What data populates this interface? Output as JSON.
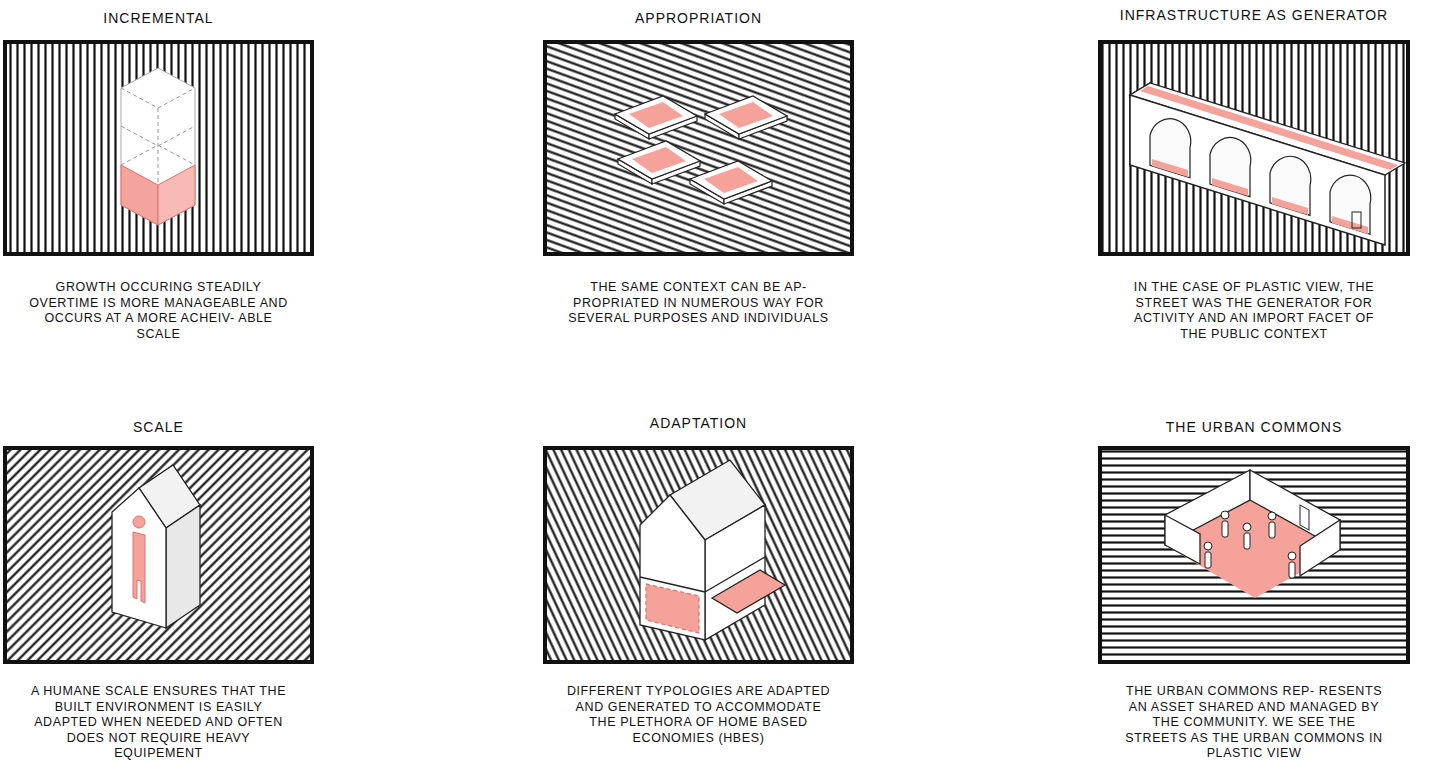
{
  "diagram": {
    "nodes": [
      {
        "text": [
          "INCREMENTAL",
          "GROWTH OCCURING STEADILY OVERTIME IS MORE MANAGEABLE AND OCCURS AT A MORE ACHEIV- ABLE SCALE"
        ]
      },
      {
        "text": [
          "APPROPRIATION",
          "THE SAME CONTEXT CAN BE AP- PROPRIATED IN NUMEROUS WAY FOR SEVERAL PURPOSES AND INDIVIDUALS"
        ]
      },
      {
        "text": [
          "INFRASTRUCTURE AS GENERATOR",
          "IN THE CASE OF PLASTIC VIEW, THE STREET WAS THE GENERATOR FOR ACTIVITY AND AN IMPORT FACET OF THE PUBLIC CONTEXT"
        ]
      },
      {
        "text": [
          "SCALE",
          "A HUMANE SCALE ENSURES THAT THE BUILT ENVIRONMENT IS EASILY ADAPTED WHEN NEEDED AND OFTEN DOES NOT REQUIRE HEAVY EQUIPEMENT"
        ]
      },
      {
        "text": [
          "ADAPTATION",
          "DIFFERENT TYPOLOGIES ARE ADAPTED AND GENERATED TO ACCOMMODATE THE PLETHORA OF HOME BASED ECONOMIES (HBES)"
        ]
      },
      {
        "text": [
          "THE URBAN COMMONS",
          "THE URBAN COMMONS REP- RESENTS AN ASSET SHARED AND MANAGED BY THE COMMUNITY. WE SEE THE STREETS AS THE URBAN COMMONS IN PLASTIC VIEW"
        ]
      }
    ]
  }
}
